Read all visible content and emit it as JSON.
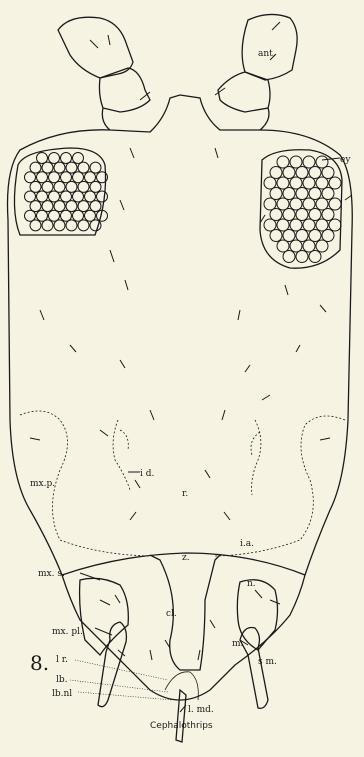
{
  "figure": {
    "number": "8.",
    "caption": "Cephalothrips",
    "labels": {
      "ant": "ant.",
      "ey": "ey",
      "id": "i d.",
      "mxp": "mx.p.",
      "r": "r.",
      "ia": "i.a.",
      "z": "z.",
      "n": "n.",
      "mxs": "mx. s.",
      "cl": "cl.",
      "mxpl": "mx. pl.",
      "lr": "l r.",
      "m": "m.",
      "sm": "s m.",
      "lb": "lb.",
      "lbnl": "lb.nl",
      "lmd": "l. md."
    }
  }
}
